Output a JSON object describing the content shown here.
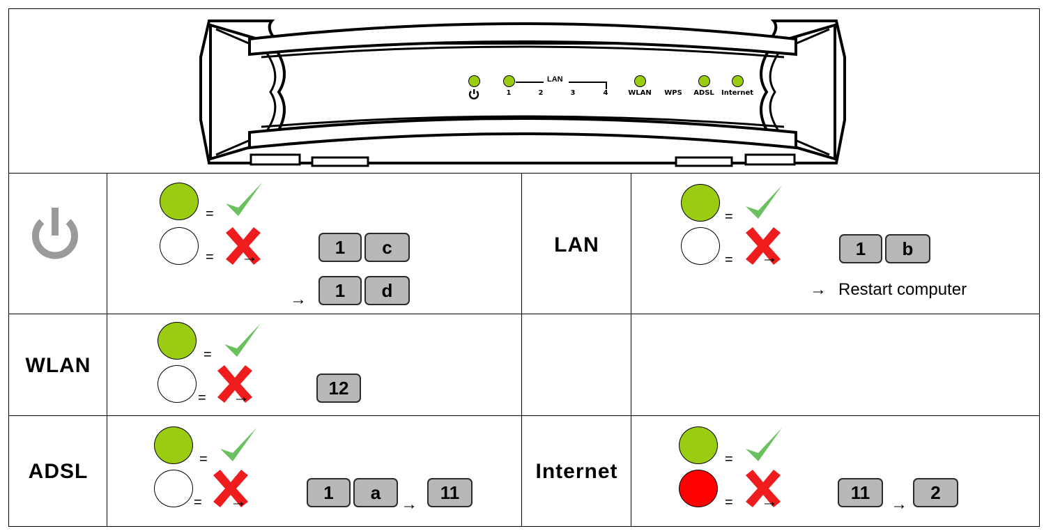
{
  "router": {
    "leds": [
      {
        "label": "",
        "icon": "power-icon",
        "lit": true
      },
      {
        "label": "1",
        "lit": true
      },
      {
        "label": "2",
        "lit": false
      },
      {
        "label": "3",
        "lit": false
      },
      {
        "label": "4",
        "lit": false
      },
      {
        "label": "WLAN",
        "lit": true
      },
      {
        "label": "WPS",
        "lit": false
      },
      {
        "label": "ADSL",
        "lit": true
      },
      {
        "label": "Internet",
        "lit": true
      }
    ],
    "lan_group_label": "LAN"
  },
  "colors": {
    "led_on": "#9acd12",
    "led_error": "#ff0000",
    "check": "#6abf5e",
    "cross": "#ee1c1c",
    "key_bg": "#b8b8b8"
  },
  "symbols": {
    "equals": "=",
    "arrow": "→"
  },
  "rows": {
    "power": {
      "label_icon": "power-icon",
      "keys_a": [
        "1",
        "c"
      ],
      "keys_b": [
        "1",
        "d"
      ]
    },
    "lan": {
      "label": "LAN",
      "keys": [
        "1",
        "b"
      ],
      "note": "Restart computer"
    },
    "wlan": {
      "label": "WLAN",
      "keys": [
        "12"
      ]
    },
    "adsl": {
      "label": "ADSL",
      "keys": [
        "1",
        "a"
      ],
      "next_key": "11"
    },
    "internet": {
      "label": "Internet",
      "keys": [
        "11"
      ],
      "next_key": "2"
    }
  }
}
